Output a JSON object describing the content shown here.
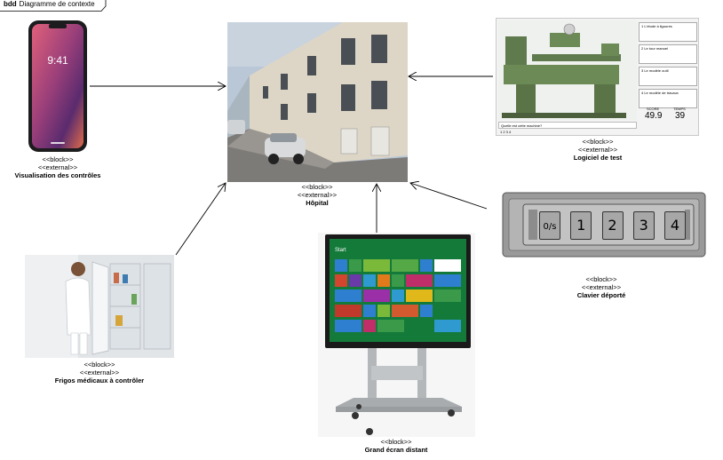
{
  "frame": {
    "kind": "bdd",
    "title": "Diagramme de contexte"
  },
  "blocks": {
    "phone": {
      "stereotype1": "<<block>>",
      "stereotype2": "<<external>>",
      "name": "Visualisation des contrôles",
      "screen_time": "9:41"
    },
    "hospital": {
      "stereotype1": "<<block>>",
      "stereotype2": "<<external>>",
      "name": "Hôpital"
    },
    "software": {
      "stereotype1": "<<block>>",
      "stereotype2": "<<external>>",
      "name": "Logiciel de test",
      "answers": [
        "1 L'étude à liguures",
        "2 Le tour manuel",
        "3 Le modèle outil",
        "4 Le modèle de travaux"
      ],
      "score_label": "SCORE",
      "score_value": "49.9",
      "time_label": "TEMPS",
      "time_value": "39",
      "question": "Quelle est cette machine?",
      "pages": "1  2  3  4"
    },
    "keypad": {
      "stereotype1": "<<block>>",
      "stereotype2": "<<external>>",
      "name": "Clavier déporté",
      "keys": [
        "0/s",
        "1",
        "2",
        "3",
        "4"
      ]
    },
    "fridge": {
      "stereotype1": "<<block>>",
      "stereotype2": "<<external>>",
      "name": "Frigos médicaux à contrôler"
    },
    "screen": {
      "stereotype1": "<<block>>",
      "name": "Grand écran distant",
      "start_label": "Start"
    }
  }
}
